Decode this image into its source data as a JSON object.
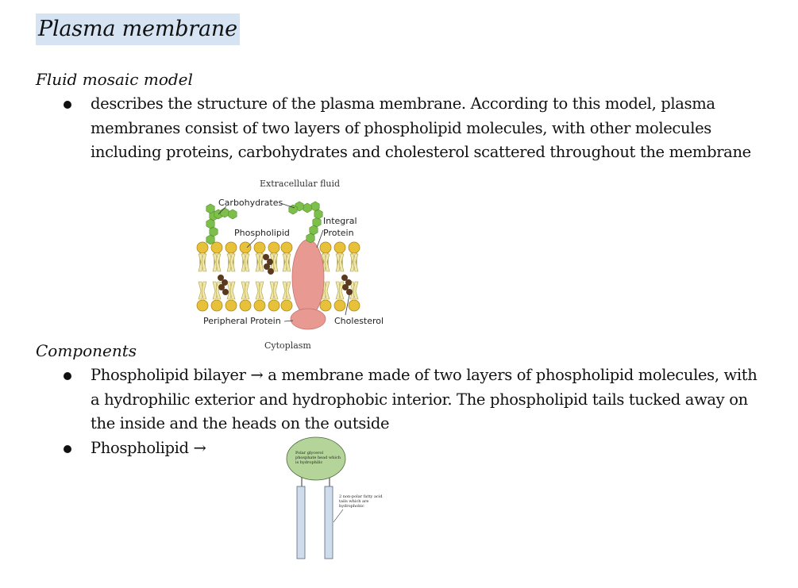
{
  "title": "Plasma membrane",
  "section1": {
    "heading": "Fluid mosaic model",
    "bullet1": "describes the structure of the plasma membrane. According to this model, plasma membranes consist of two layers of phospholipid molecules, with other molecules including proteins, carbohydrates and cholesterol scattered throughout the membrane"
  },
  "diagram1": {
    "extracellular": "Extracellular fluid",
    "carbohydrates": "Carbohydrates",
    "phospholipid": "Phospholipid",
    "integral_line1": "Integral",
    "integral_line2": "Protein",
    "peripheral": "Peripheral Protein",
    "cholesterol": "Cholesterol",
    "cytoplasm": "Cytoplasm",
    "colors": {
      "head": "#e8c13a",
      "tail": "#f0e8a8",
      "protein": "#e89a92",
      "carb": "#7dbf4a",
      "cholesterol": "#5a3a1e"
    }
  },
  "section2": {
    "heading": "Components",
    "bullet1": "Phospholipid bilayer → a membrane made of two layers of phospholipid molecules, with a hydrophilic exterior and hydrophobic interior. The phospholipid tails tucked away on the inside and the heads on the outside",
    "bullet2": "Phospholipid →"
  },
  "diagram2": {
    "head_line1": "Polar glycerol",
    "head_line2": "phosphate head which",
    "head_line3": "is hydrophilic",
    "tail_line1": "2 non-polar fatty acid",
    "tail_line2": "tails which are",
    "tail_line3": "hydrophobic",
    "colors": {
      "head": "#b5d49a",
      "tail": "#cfdcec"
    }
  }
}
